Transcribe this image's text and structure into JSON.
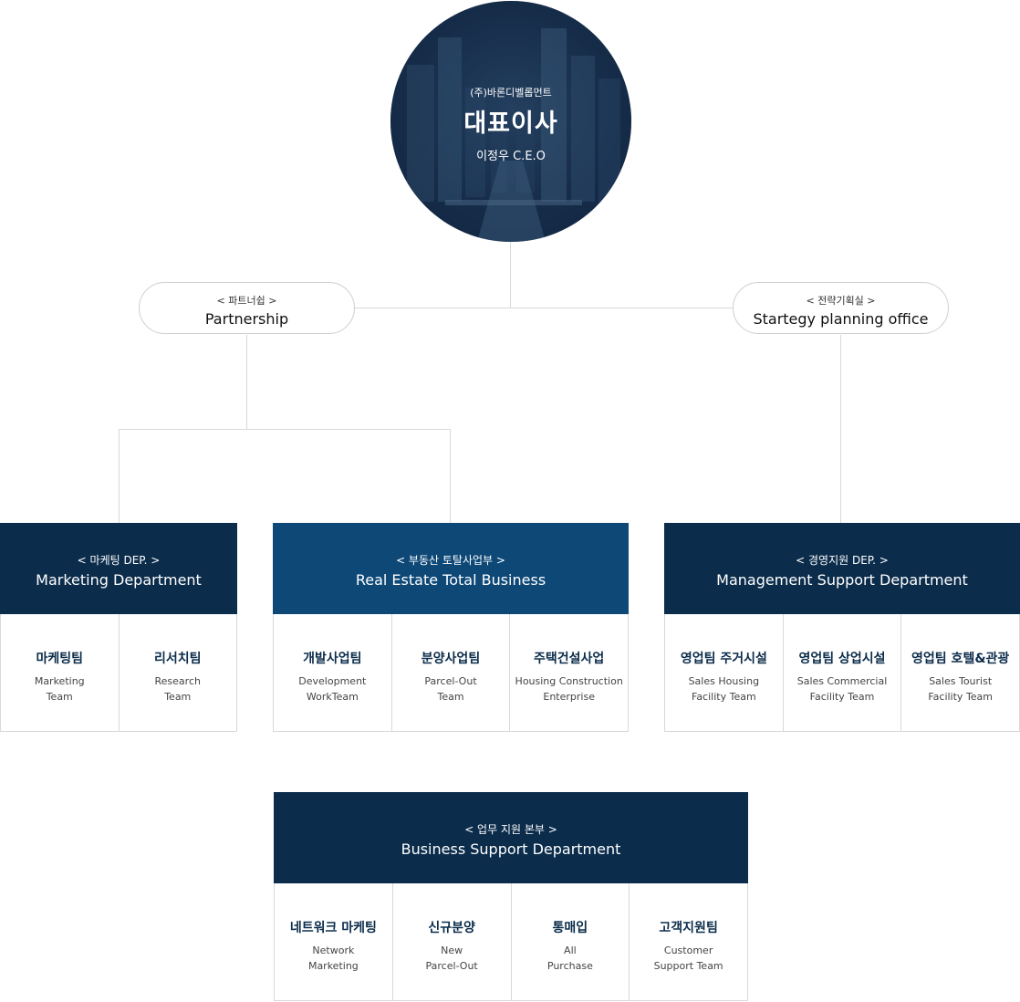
{
  "ceo": {
    "company": "(주)바론디벨롭먼트",
    "title": "대표이사",
    "name": "이정우 C.E.O"
  },
  "partnership": {
    "sub": "< 파트너쉽 >",
    "main": "Partnership"
  },
  "strategy": {
    "sub": "< 전략기획실 >",
    "main": "Startegy planning office"
  },
  "departments": {
    "marketing": {
      "sub": "< 마케팅 DEP. >",
      "main": "Marketing Department",
      "teams": [
        {
          "ko": "마케팅팀",
          "en": "Marketing\nTeam"
        },
        {
          "ko": "리서치팀",
          "en": "Research\nTeam"
        }
      ]
    },
    "realestate": {
      "sub": "< 부동산 토탈사업부 >",
      "main": "Real Estate Total Business",
      "teams": [
        {
          "ko": "개발사업팀",
          "en": "Development\nWorkTeam"
        },
        {
          "ko": "분양사업팀",
          "en": "Parcel-Out\nTeam"
        },
        {
          "ko": "주택건설사업",
          "en": "Housing Construction\nEnterprise"
        }
      ]
    },
    "management": {
      "sub": "< 경영지원 DEP. >",
      "main": "Management Support Department",
      "teams": [
        {
          "ko": "영업팀 주거시설",
          "en": "Sales Housing\nFacility Team"
        },
        {
          "ko": "영업팀 상업시설",
          "en": "Sales Commercial\nFacility Team"
        },
        {
          "ko": "영업팀 호텔&관광",
          "en": "Sales Tourist\nFacility Team"
        }
      ]
    },
    "business": {
      "sub": "< 업무 지원 본부 >",
      "main": "Business Support Department",
      "teams": [
        {
          "ko": "네트워크 마케팅",
          "en": "Network\nMarketing"
        },
        {
          "ko": "신규분양",
          "en": "New\nParcel-Out"
        },
        {
          "ko": "통매입",
          "en": "All\nPurchase"
        },
        {
          "ko": "고객지원팀",
          "en": "Customer\nSupport Team"
        }
      ]
    }
  },
  "colors": {
    "navy": "#0b2c4b",
    "blue": "#0d4877",
    "line": "#d8d8d8"
  }
}
